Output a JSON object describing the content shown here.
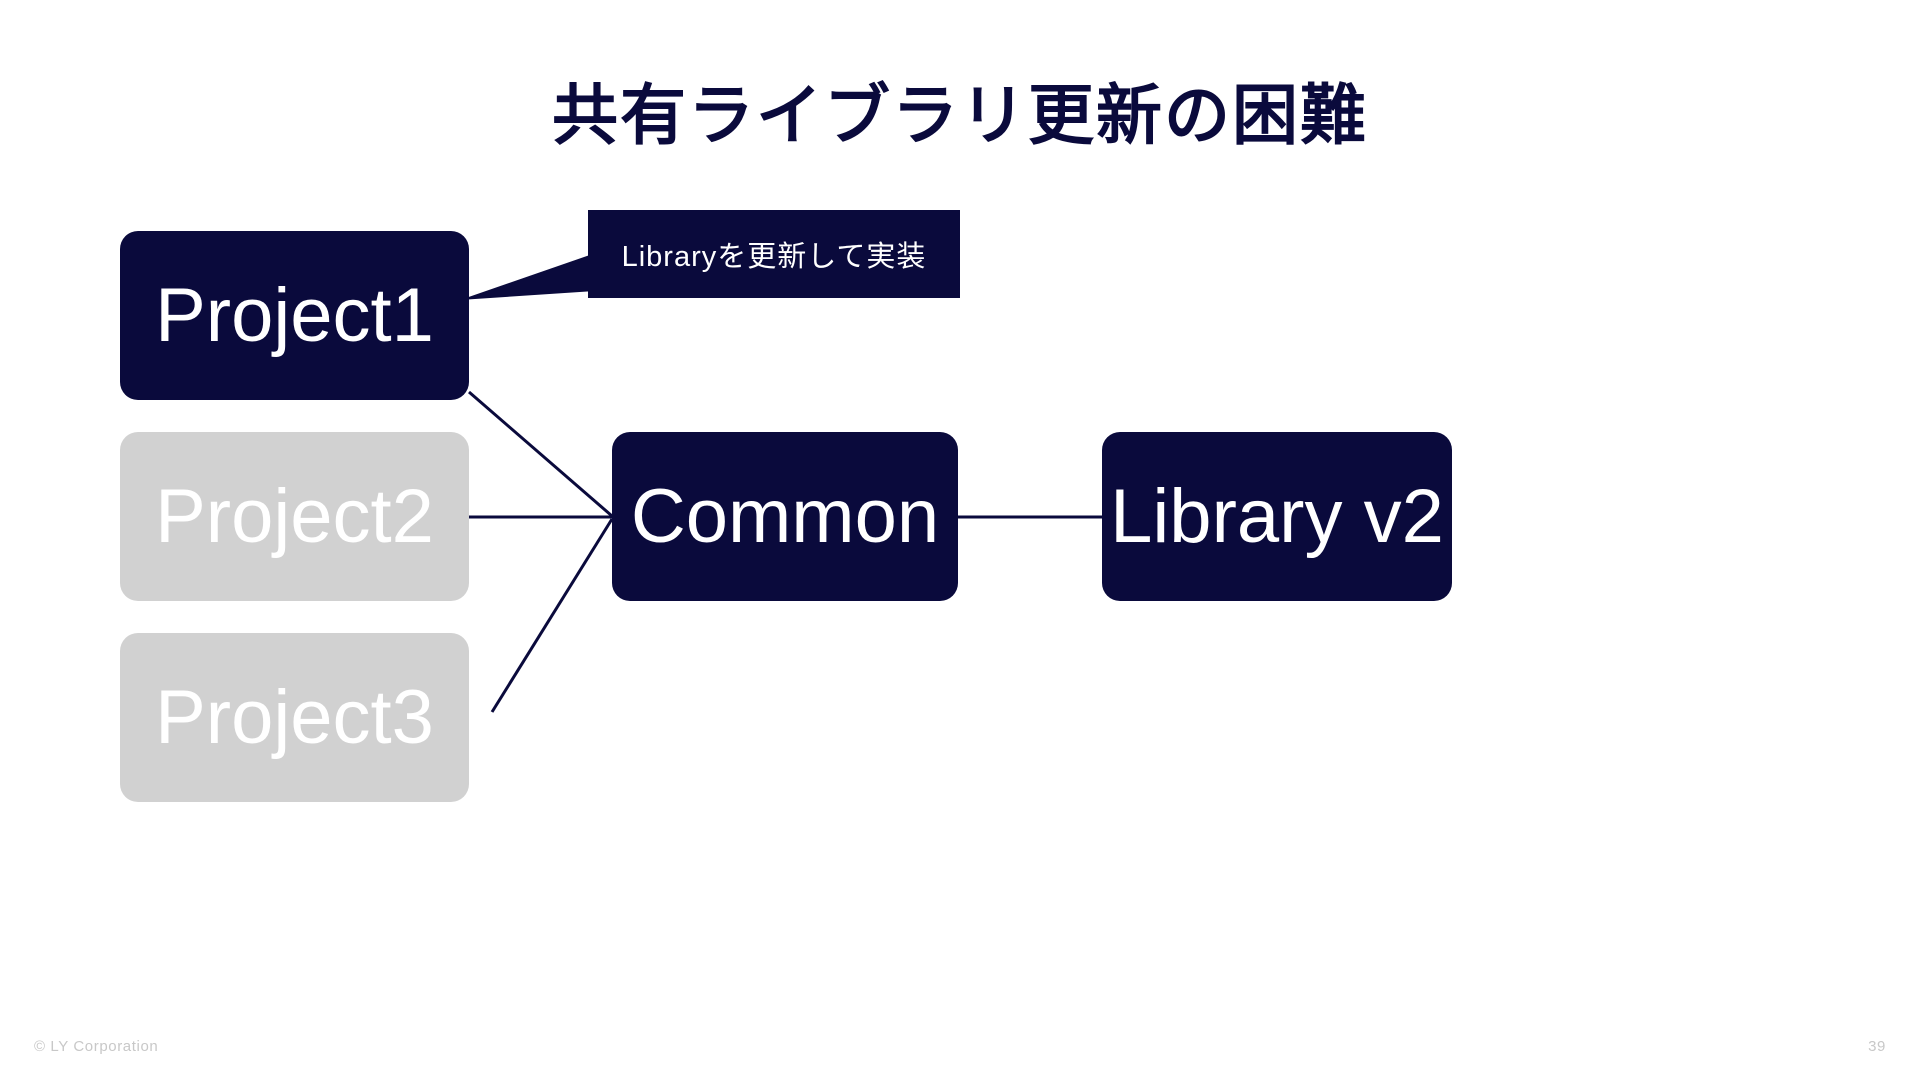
{
  "slide": {
    "title": "共有ライブラリ更新の困難",
    "title_color": "#0a0a3c",
    "background_color": "#ffffff"
  },
  "diagram": {
    "nodes": [
      {
        "id": "project1",
        "label": "Project1",
        "style": "dark",
        "fill": "#0a0a3c",
        "text_color": "#ffffff"
      },
      {
        "id": "project2",
        "label": "Project2",
        "style": "muted",
        "fill": "#d1d1d1",
        "text_color": "#ffffff"
      },
      {
        "id": "project3",
        "label": "Project3",
        "style": "muted",
        "fill": "#d1d1d1",
        "text_color": "#ffffff"
      },
      {
        "id": "common",
        "label": "Common",
        "style": "dark",
        "fill": "#0a0a3c",
        "text_color": "#ffffff"
      },
      {
        "id": "libraryv2",
        "label": "Library v2",
        "style": "dark",
        "fill": "#0a0a3c",
        "text_color": "#ffffff"
      }
    ],
    "edges": [
      {
        "from": "project1",
        "to": "common"
      },
      {
        "from": "project2",
        "to": "common"
      },
      {
        "from": "project3",
        "to": "common"
      },
      {
        "from": "common",
        "to": "libraryv2"
      }
    ],
    "edge_color": "#0a0a3c",
    "callout": {
      "text": "Libraryを更新して実装",
      "fill": "#0a0a3c",
      "text_color": "#ffffff",
      "points_to": "project1"
    }
  },
  "footer": {
    "copyright": "© LY Corporation",
    "page_number": "39",
    "color": "#c8c8c8"
  }
}
